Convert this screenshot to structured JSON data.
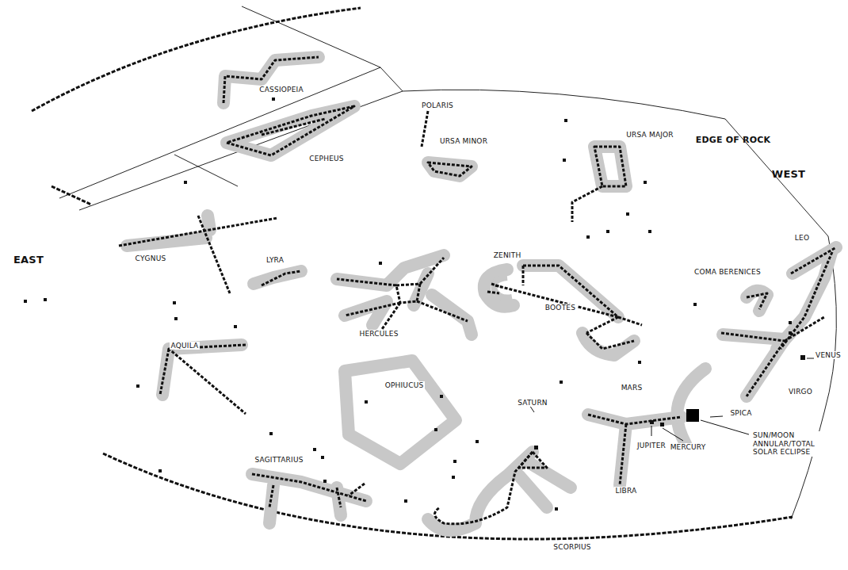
{
  "diagram": {
    "labels": [
      "CASSIOPEIA",
      "CEPHEUS",
      "POLARIS",
      "URSA MINOR",
      "URSA MAJOR",
      "EDGE OF ROCK",
      "WEST",
      "EAST",
      "CYGNUS",
      "LYRA",
      "ZENITH",
      "HERCULES",
      "BOOTES",
      "LEO",
      "COMA BERENICES",
      "VENUS",
      "AQUILA",
      "OPHIUCUS",
      "VIRGO",
      "SATURN",
      "MARS",
      "SPICA",
      "SUN/MOON ANNULAR/TOTAL SOLAR ECLIPSE",
      "JUPITER",
      "MERCURY",
      "LIBRA",
      "SAGITTARIUS",
      "SCORPIUS"
    ]
  }
}
